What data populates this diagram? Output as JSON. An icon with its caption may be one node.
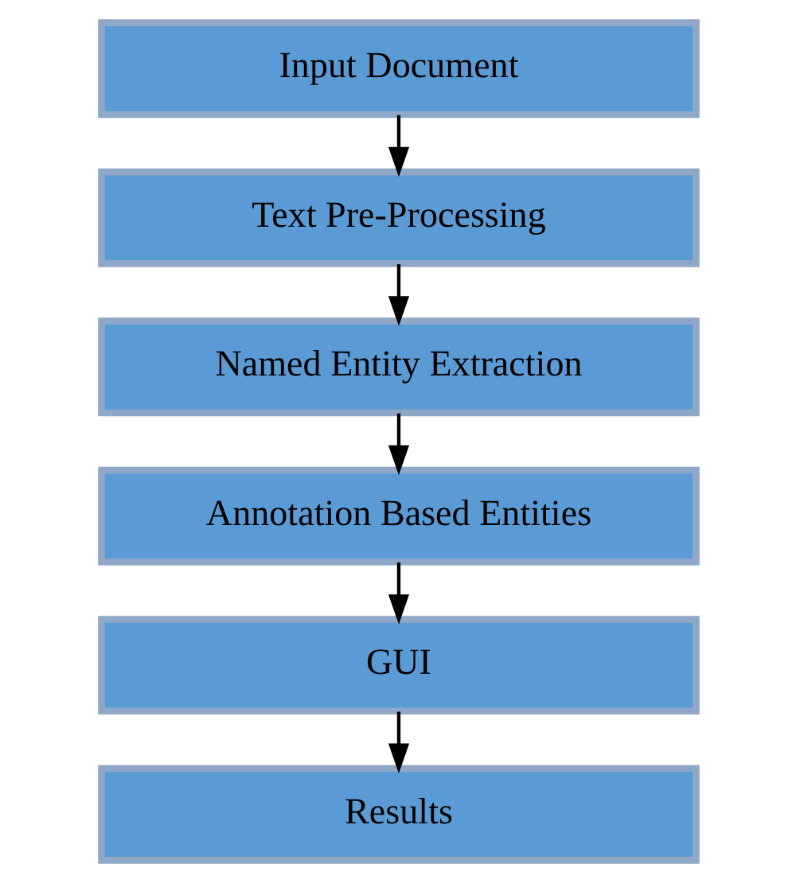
{
  "diagram": {
    "nodes": [
      {
        "text": [
          "Input Document"
        ]
      },
      {
        "text": [
          "Text Pre-Processing"
        ]
      },
      {
        "text": [
          "Named Entity Extraction"
        ]
      },
      {
        "text": [
          "Annotation Based Entities"
        ]
      },
      {
        "text": [
          "GUI"
        ]
      },
      {
        "text": [
          "Results"
        ]
      }
    ],
    "edges": [
      {
        "from": 0,
        "to": 1,
        "arrow": "to"
      },
      {
        "from": 1,
        "to": 2,
        "arrow": "to"
      },
      {
        "from": 2,
        "to": 3,
        "arrow": "to"
      },
      {
        "from": 3,
        "to": 4,
        "arrow": "to"
      },
      {
        "from": 4,
        "to": 5,
        "arrow": "to"
      }
    ]
  }
}
